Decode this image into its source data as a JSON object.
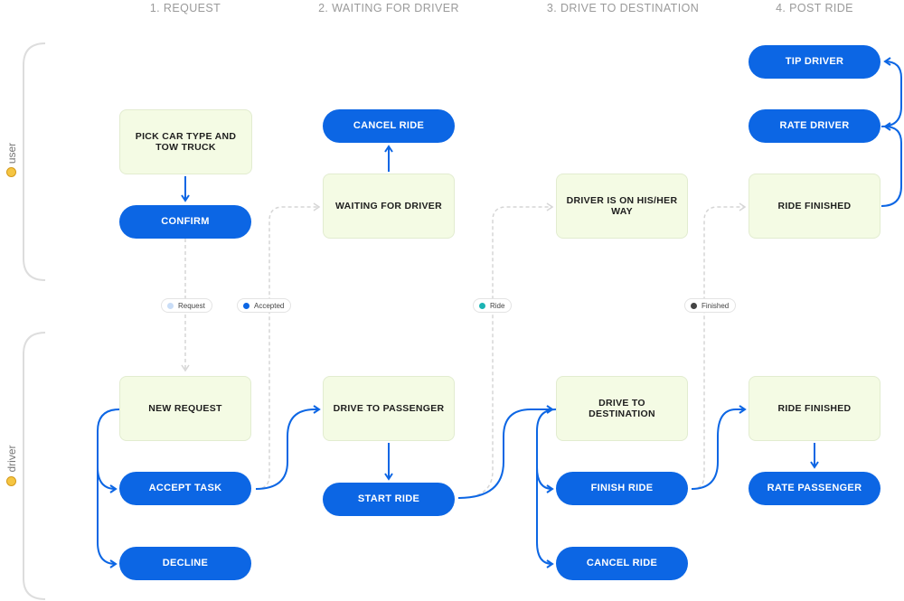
{
  "columns": [
    "1. REQUEST",
    "2. WAITING FOR DRIVER",
    "3. DRIVE TO DESTINATION",
    "4. POST RIDE"
  ],
  "lanes": {
    "user": "user",
    "driver": "driver"
  },
  "nodes": {
    "pick_car": "PICK  CAR TYPE AND TOW TRUCK",
    "confirm": "CONFIRM",
    "cancel_ride_user": "CANCEL RIDE",
    "waiting_for_driver": "WAITING FOR DRIVER",
    "driver_on_way": "DRIVER IS ON HIS/HER WAY",
    "tip_driver": "TIP DRIVER",
    "rate_driver": "RATE DRIVER",
    "ride_finished_user": "RIDE FINISHED",
    "new_request": "NEW REQUEST",
    "accept_task": "ACCEPT TASK",
    "decline": "DECLINE",
    "drive_to_passenger": "DRIVE TO PASSENGER",
    "start_ride": "START RIDE",
    "drive_to_destination": "DRIVE TO DESTINATION",
    "finish_ride": "FINISH RIDE",
    "cancel_ride_driver": "CANCEL RIDE",
    "ride_finished_driver": "RIDE FINISHED",
    "rate_passenger": "RATE PASSENGER"
  },
  "signals": {
    "request": {
      "label": "Request",
      "color": "#c9ddf7"
    },
    "accepted": {
      "label": "Accepted",
      "color": "#0c66e4"
    },
    "ride": {
      "label": "Ride",
      "color": "#1bb3b3"
    },
    "finished": {
      "label": "Finished",
      "color": "#444444"
    }
  },
  "colors": {
    "action": "#0c66e4",
    "state": "#f4fbe4",
    "signal_line": "#d6d6d6"
  }
}
